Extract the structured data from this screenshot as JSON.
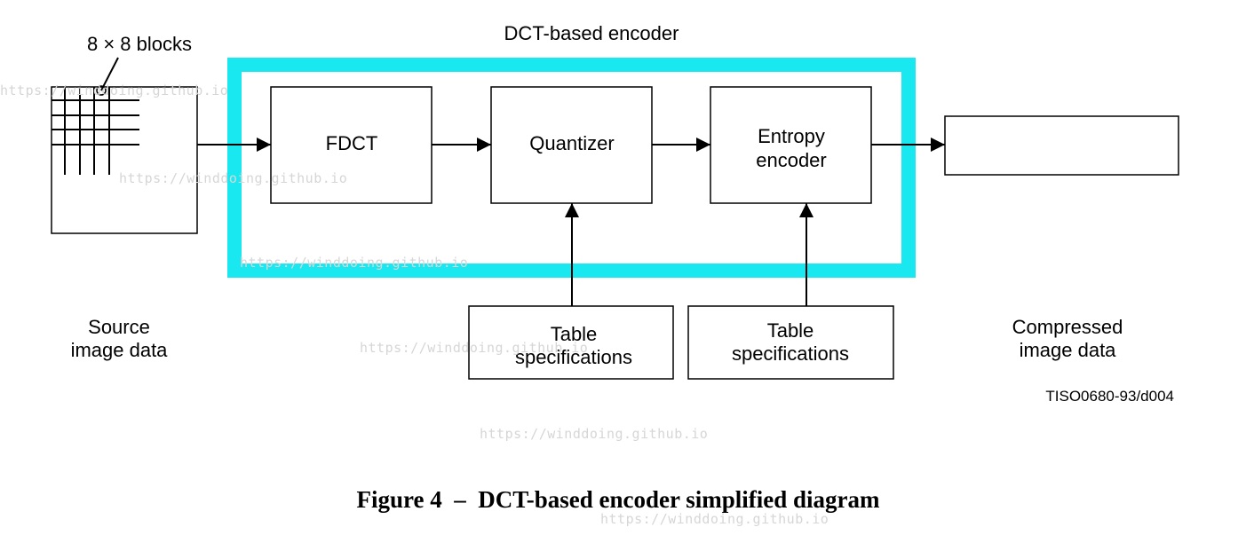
{
  "title": "DCT-based encoder",
  "grid_label": "8 × 8 blocks",
  "blocks": {
    "fdct": "FDCT",
    "quantizer": "Quantizer",
    "entropy": [
      "Entropy",
      "encoder"
    ],
    "table_q": [
      "Table",
      "specifications"
    ],
    "table_e": [
      "Table",
      "specifications"
    ]
  },
  "source_label": [
    "Source",
    "image data"
  ],
  "compressed_label": [
    "Compressed",
    "image data"
  ],
  "figure_code": "TISO0680-93/d004",
  "caption": "Figure 4  –  DCT-based encoder simplified diagram",
  "watermark": "https://winddoing.github.io",
  "colors": {
    "highlight": "#19e8f0",
    "watermark": "#d6d6d6"
  }
}
